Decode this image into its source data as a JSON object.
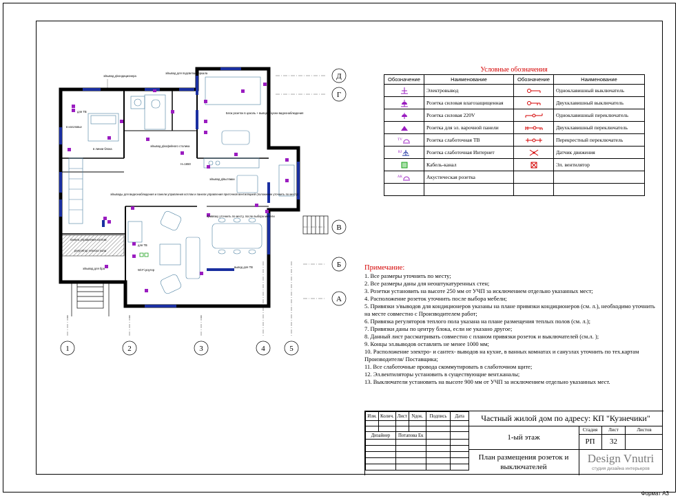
{
  "sheet": {
    "format": "Формат А3"
  },
  "legend": {
    "title": "Условные обозначения",
    "headers": [
      "Обозначение",
      "Наименование",
      "Обозначение",
      "Наименование"
    ],
    "rows": [
      {
        "left_icon": "electrical-outlet-icon",
        "left_tag": "",
        "left_name": "Электровывод",
        "right_icon": "single-switch-icon",
        "right_name": "Одноклавишный выключатель"
      },
      {
        "left_icon": "power-socket-waterproof-icon",
        "left_tag": "",
        "left_name": "Розетка силовая влагозащищенная",
        "right_icon": "double-switch-icon",
        "right_name": "Двухклавишный выключатель"
      },
      {
        "left_icon": "power-socket-220v-icon",
        "left_tag": "",
        "left_name": "Розетка силовая 220V",
        "right_icon": "single-changeover-switch-icon",
        "right_name": "Одноклавишный переключатель"
      },
      {
        "left_icon": "cooktop-socket-icon",
        "left_tag": "",
        "left_name": "Розетка для эл. варочной панели",
        "right_icon": "double-changeover-switch-icon",
        "right_name": "Двухклавишный переключатель"
      },
      {
        "left_icon": "tv-socket-icon",
        "left_tag": "TV",
        "left_name": "Розетка слаботочная ТВ",
        "right_icon": "cross-switch-icon",
        "right_name": "Перекрестный переключатель"
      },
      {
        "left_icon": "internet-socket-icon",
        "left_tag": "RJ",
        "left_name": "Розетка слаботочная Интернет",
        "right_icon": "motion-sensor-icon",
        "right_name": "Датчик движения"
      },
      {
        "left_icon": "cable-channel-icon",
        "left_tag": "",
        "left_name": "Кабель-канал",
        "right_icon": "exhaust-fan-icon",
        "right_name": "Эл. вентилятор"
      },
      {
        "left_icon": "acoustic-socket-icon",
        "left_tag": "AK",
        "left_name": "Акустическая розетка",
        "right_icon": "",
        "right_name": ""
      },
      {
        "left_icon": "",
        "left_tag": "",
        "left_name": "",
        "right_icon": "",
        "right_name": ""
      }
    ]
  },
  "notes": {
    "title": "Примечание:",
    "items": [
      "1. Все размеры уточнить по месту;",
      "2. Все размеры даны для неоштукатуренных стен;",
      "3. Розетки установить на высоте 250 мм от УЧП за исключением отдельно указанных мест;",
      "4. Расположение розеток уточнить после выбора мебели;",
      "5. Привязки э/выводов для кондиционеров указаны на плане привязки кондиционеров (см. л.), необходимо уточнить на месте совместно с Производителем работ;",
      "6. Привязка регуляторов теплого пола указана на плане размещения теплых полов (см. л.);",
      "7. Привязки даны по центру блока, если не указано другое;",
      "8. Данный лист рассматривать совместно с планом привязки розеток и выключателей  (см.л. );",
      "9. Концы эл.выводов оставлять не менее 1000 мм;",
      "10. Расположение электро- и сантех- выводов на кухне, в ванных комнатах и санузлах уточнить по тех.картам Производителя/ Поставщика;",
      "11. Все слаботочные провода скоммутировать в слаботочном щите;",
      "12. Эл.вентиляторы установить в существующие вент.каналы;",
      "13. Выключатели установить на высоте 900 мм от УЧП за исключением отдельно указанных мест."
    ]
  },
  "stamp": {
    "headers": [
      "Изм.",
      "Колич.",
      "Лист",
      "Nдок.",
      "Подпись",
      "Дата"
    ],
    "designer_role": "Дизайнер",
    "designer_name": "Потапова Ек",
    "project_title": "Частный жилой дом по адресу: КП \"Кузнечики\"",
    "floor": "1-ый этаж",
    "sheet_title": "План размещения розеток и выключателей",
    "stage_label": "Стадия",
    "sheet_label": "Лист",
    "sheets_label": "Листов",
    "stage": "РП",
    "sheet_number": "32",
    "sheets_total": "",
    "studio": "Design Vnutri",
    "studio_sub": "студия дизайна интерьеров"
  },
  "plan": {
    "axes_columns": [
      "1",
      "2",
      "3",
      "4",
      "5"
    ],
    "axes_rows": [
      "Д",
      "Г",
      "В",
      "Б",
      "А"
    ],
    "labels": [
      "э/вывод д/кондиционера",
      "э/вывод для подсветки зеркала",
      "для ТВ",
      "в изголовье",
      "в линии блока",
      "э/вывод д/кофейного столика",
      "Блок розеток в цоколь + вывод д/кухни видеонаблюдения",
      "Н=1650",
      "э/вывод д/вытяжки",
      "э/выводы для видеонаблюдения и панели управления котлом и панели управления приточной вентиляцией (положение уточнить по месту)",
      "привязку уточнить по месту, после выбора мебели",
      "панель управления котлом",
      "регулятор теплого пола",
      "э/вывод для бра",
      "для ТВ",
      "вывод для ТВ",
      "Wi-Fi роутер"
    ]
  },
  "colors": {
    "wall": "#000000",
    "accent_red": "#d40000",
    "electric": "#9a1cc0",
    "window": "#1a2fa0",
    "furniture": "#4a7fa0",
    "cable_channel": "#1aa01a"
  }
}
